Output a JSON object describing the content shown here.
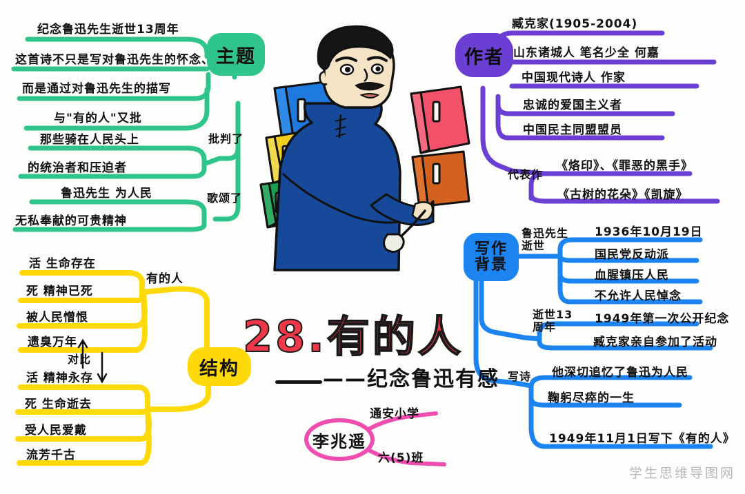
{
  "title": {
    "main": "28.有的人",
    "subtitle": "——纪念鲁迅有感",
    "main_color": "#f0384b"
  },
  "watermark": "学生思维导图网",
  "illustration": {
    "name": "lu-xun-portrait-with-books",
    "description": "鲁迅先生插画",
    "robe_color": "#17499b",
    "book_colors": [
      "#1f7ae0",
      "#f2cf1f",
      "#1a9e52",
      "#f2516a",
      "#d4621f"
    ]
  },
  "branches": {
    "theme": {
      "label": "主题",
      "color": "#2fc48c",
      "lines": [
        "纪念鲁迅先生逝世13周年",
        "这首诗不只是写对鲁迅先生的怀念、",
        "而是通过对鲁迅先生的描写",
        "与\"有的人\"又批"
      ],
      "connectors": [
        {
          "label": "批判了",
          "items": [
            "那些骑在人民头上",
            "的统治者和压迫者"
          ]
        },
        {
          "label": "歌颂了",
          "items": [
            "鲁迅先生 为人民",
            "无私奉献的可贵精神"
          ]
        }
      ]
    },
    "author": {
      "label": "作者",
      "color": "#6b3fd4",
      "lines": [
        "臧克家(1905-2004)",
        "山东诸城人  笔名少全  何嘉",
        "中国现代诗人 作家",
        "忠诚的爱国主义者",
        "中国民主同盟盟员"
      ],
      "sub": {
        "label": "代表作",
        "items": [
          "《烙印》、《罪恶的黑手》",
          "《古树的花朵》《凯旋》"
        ]
      }
    },
    "background": {
      "label": "写作背景",
      "color": "#1c84f0",
      "groups": [
        {
          "label": "鲁迅先生逝世",
          "items": [
            "1936年10月19日",
            "国民党反动派",
            "血腥镇压人民",
            "不允许人民悼念"
          ]
        },
        {
          "label": "逝世13周年",
          "items": [
            "1949年第一次公开纪念",
            "臧克家亲自参加了活动"
          ]
        },
        {
          "label": "写诗",
          "items": [
            "他深切追忆了鲁迅为人民",
            "鞠躬尽瘁的一生",
            "1949年11月1日写下《有的人》"
          ]
        }
      ]
    },
    "structure": {
      "label": "结构",
      "color": "#ffd90a",
      "contrast_label": "对比",
      "group_title": "有的人",
      "upper": [
        "活   生命存在",
        "死   精神已死",
        "被人民憎恨",
        "遗臭万年"
      ],
      "lower": [
        "活      精神永存",
        "死    生命逝去",
        "受人民爱戴",
        "流芳千古"
      ]
    }
  },
  "signature": {
    "color": "#ef4eb0",
    "name": "李兆遥",
    "school": "通安小学",
    "class": "六(5)班"
  }
}
